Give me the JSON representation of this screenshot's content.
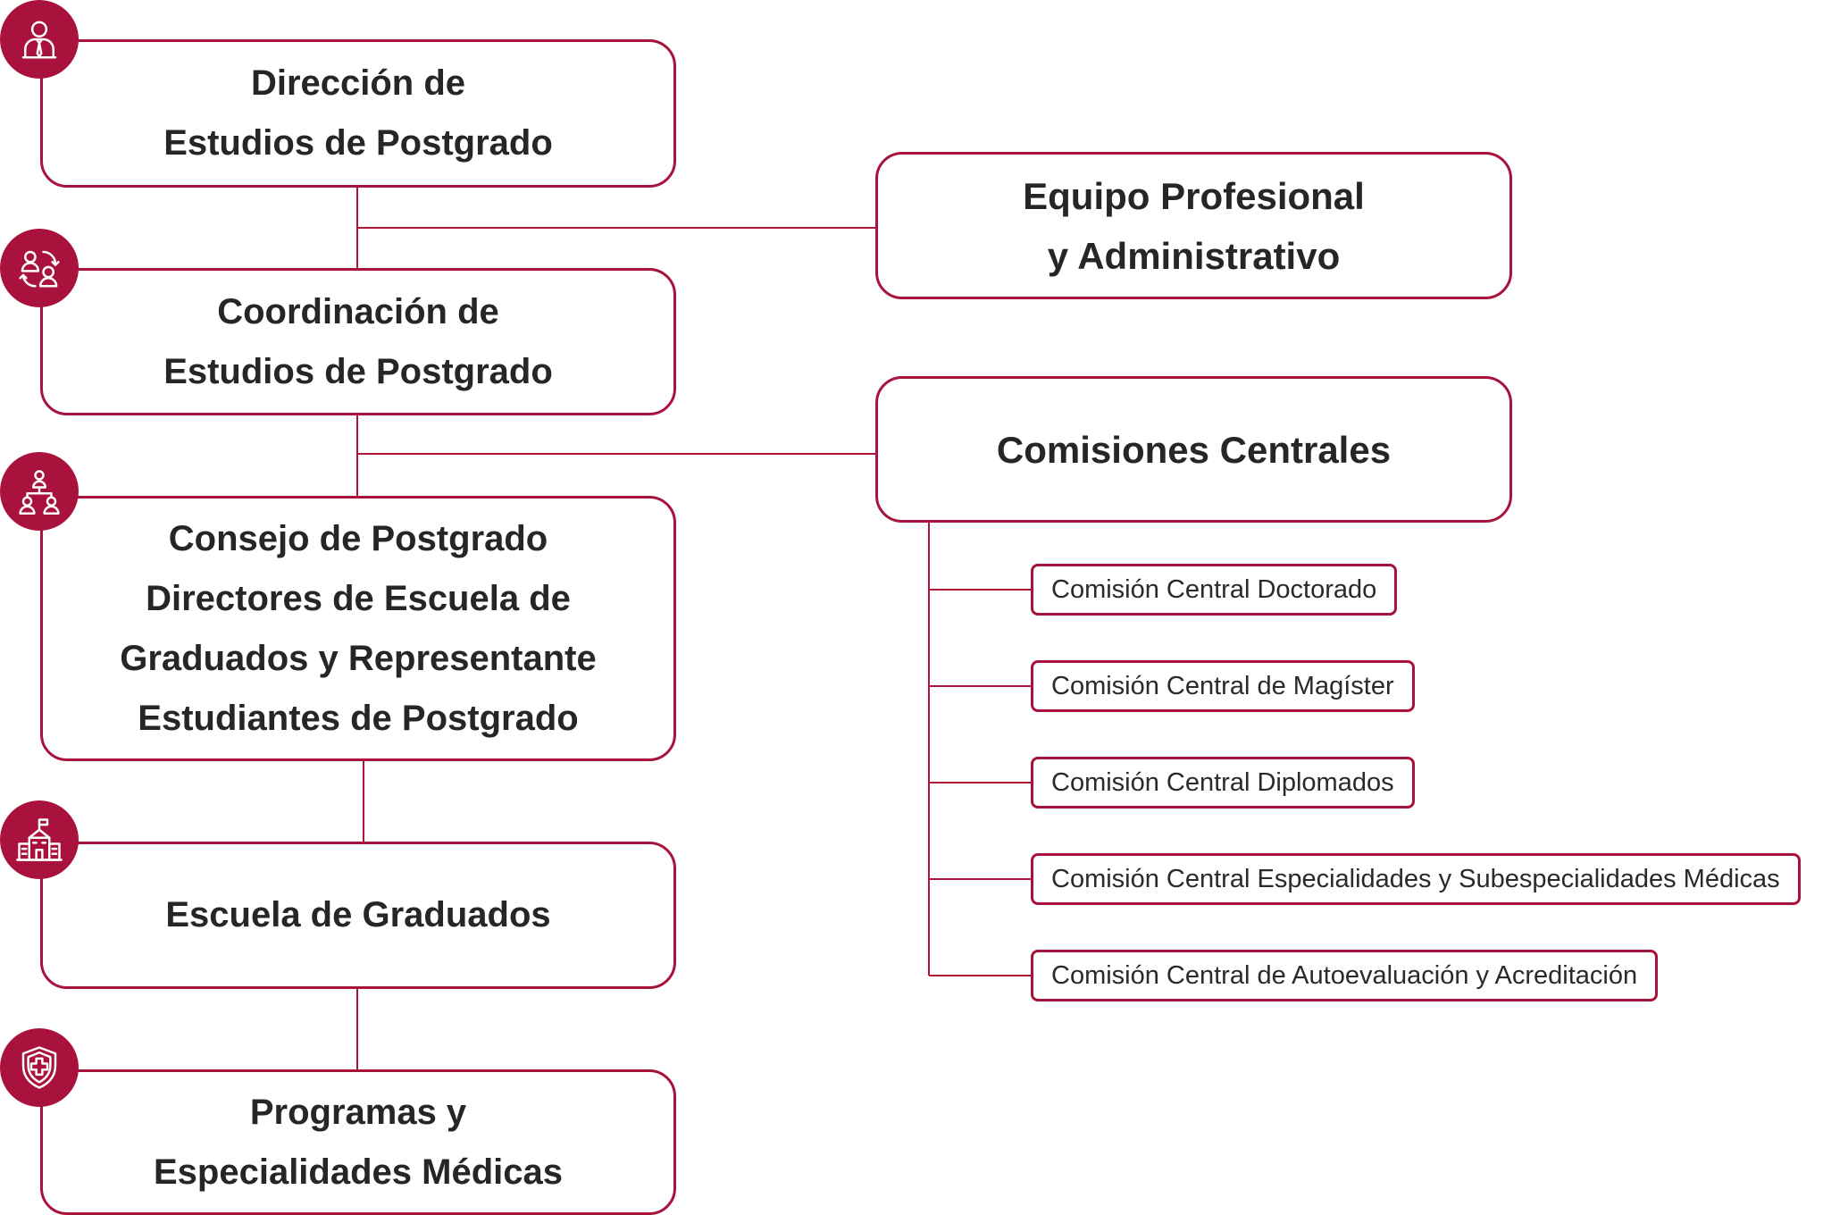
{
  "diagram": {
    "main_nodes": [
      {
        "id": "direccion",
        "lines": [
          "Dirección de",
          "Estudios de Postgrado"
        ],
        "icon": "person-tie-icon"
      },
      {
        "id": "coordinacion",
        "lines": [
          "Coordinación de",
          "Estudios de Postgrado"
        ],
        "icon": "people-exchange-icon"
      },
      {
        "id": "consejo",
        "lines": [
          "Consejo de Postgrado",
          "Directores de Escuela de",
          "Graduados y Representante",
          "Estudiantes de Postgrado"
        ],
        "icon": "group-hierarchy-icon"
      },
      {
        "id": "escuela",
        "lines": [
          "Escuela de Graduados"
        ],
        "icon": "school-building-icon"
      },
      {
        "id": "programas",
        "lines": [
          "Programas y",
          "Especialidades Médicas"
        ],
        "icon": "medical-shield-icon"
      }
    ],
    "side_nodes": [
      {
        "id": "equipo",
        "lines": [
          "Equipo Profesional",
          "y Administrativo"
        ]
      },
      {
        "id": "comisiones",
        "lines": [
          "Comisiones Centrales"
        ]
      }
    ],
    "sub_nodes": [
      {
        "id": "doctorado",
        "label": "Comisión Central Doctorado"
      },
      {
        "id": "magister",
        "label": "Comisión Central de Magíster"
      },
      {
        "id": "diplomados",
        "label": "Comisión Central Diplomados"
      },
      {
        "id": "especialidades",
        "label": "Comisión Central Especialidades y Subespecialidades Médicas"
      },
      {
        "id": "autoevaluacion",
        "label": "Comisión Central de Autoevaluación y Acreditación"
      }
    ],
    "colors": {
      "accent": "#a8123c",
      "text": "#262626",
      "background": "#ffffff"
    }
  }
}
